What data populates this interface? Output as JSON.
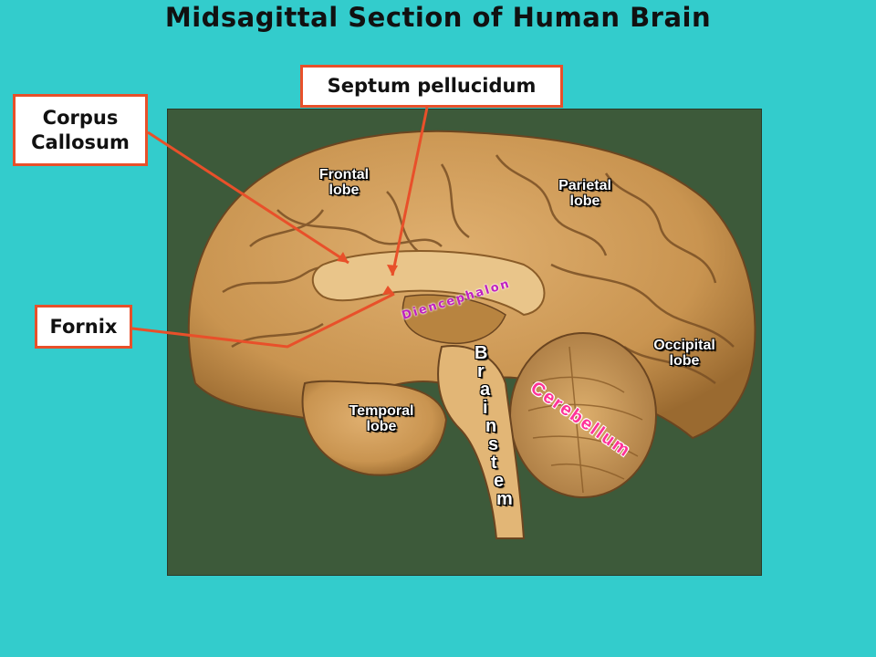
{
  "title": "Midsagittal Section of Human Brain",
  "callouts": {
    "septum": "Septum pellucidum",
    "corpus": "Corpus\nCallosum",
    "fornix": "Fornix"
  },
  "labels": {
    "frontal": "Frontal\nlobe",
    "parietal": "Parietal\nlobe",
    "occipital": "Occipital\nlobe",
    "temporal": "Temporal\nlobe",
    "diencephalon": "Diencephalon",
    "brainstem": "Brainstem",
    "cerebellum": "Cerebellum"
  },
  "colors": {
    "background": "#33cccc",
    "callout_border": "#e8502a",
    "diencephalon": "#c020c0",
    "cerebellum": "#ff3399"
  }
}
